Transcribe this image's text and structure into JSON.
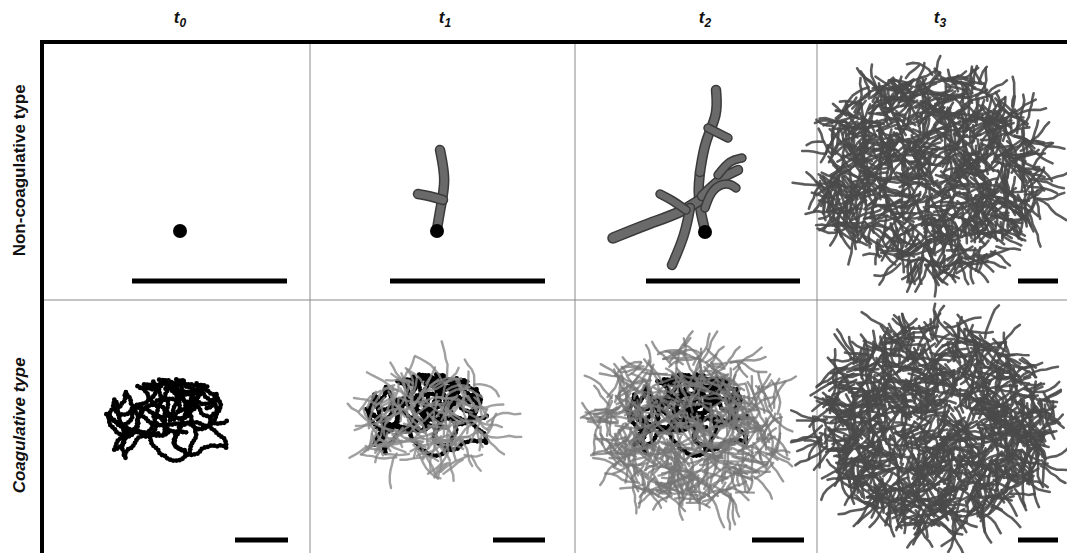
{
  "diagram": {
    "labels": [
      "t0",
      "t1",
      "t2",
      "t3",
      "Non-coagulative type",
      "Coagulative type"
    ]
  }
}
